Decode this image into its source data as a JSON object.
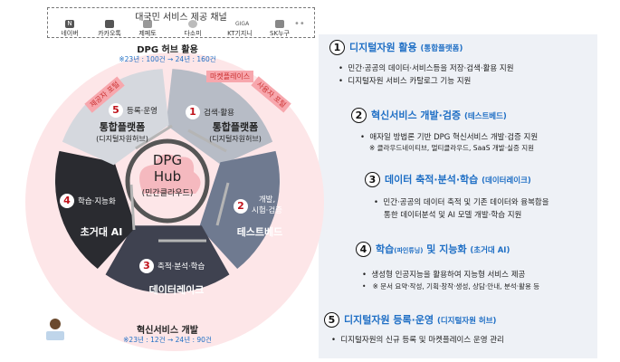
{
  "channels": {
    "title": "대국민 서비스 제공 채널",
    "items": [
      "네이버",
      "카카오톡",
      "제페토",
      "다소미",
      "KT기지니",
      "SK누구"
    ],
    "more": "••"
  },
  "hub_top": {
    "title": "DPG 허브 활용",
    "stat": "※23년 : 100건 → 24년 : 160건"
  },
  "hub_bottom": {
    "title": "혁신서비스 개발",
    "stat": "※23년 : 12건 → 24년 : 90건"
  },
  "center": {
    "line1": "DPG",
    "line2": "Hub",
    "line3": "(민간클라우드)"
  },
  "tags": {
    "left": "제공자 포털",
    "middle": "마켓플레이스",
    "right": "사용자 포털"
  },
  "segments": [
    {
      "num": "1",
      "action": "검색·활용",
      "title": "통합플랫폼",
      "sub": "(디지털자원허브)",
      "color": "#b7bcc6"
    },
    {
      "num": "2",
      "action": "개발,\n시험·검증",
      "title": "테스트베드",
      "color": "#6f7a90"
    },
    {
      "num": "3",
      "action": "축적·분석·학습",
      "title": "데이터레이크",
      "color": "#3f4250"
    },
    {
      "num": "4",
      "action": "학습·지능화",
      "title": "초거대 AI",
      "color": "#2a2b30"
    },
    {
      "num": "5",
      "action": "등록·운영",
      "title": "통합플랫폼",
      "sub": "(디지털자원허브)",
      "color": "#d5d8de"
    }
  ],
  "sections": [
    {
      "num": "1",
      "title": "디지털자원 활용",
      "paren": "(통합플랫폼)",
      "bullets": [
        "민간·공공의 데이터·서비스등을 저장·검색·활용 지원",
        "디지털자원 서비스 카탈로그 기능 지원"
      ]
    },
    {
      "num": "2",
      "title": "혁신서비스 개발·검증",
      "paren": "(테스트베드)",
      "bullets": [
        "애자일 방법론 기반 DPG 혁신서비스 개발·검증 지원"
      ],
      "note": "※ 클라우드네이티브, 멀티클라우드, SaaS 개발·실증 지원"
    },
    {
      "num": "3",
      "title": "데이터 축적·분석·학습",
      "paren": "(데이터레이크)",
      "bullets": [
        "민간·공공의 데이터 축적 및 기존 데이터와 융복합을",
        "통한 데이터분석 및  AI 모델 개발·학습 지원"
      ]
    },
    {
      "num": "4",
      "title": "학습",
      "title_small": "(파인튜닝)",
      "title2": " 및 지능화",
      "paren": "(초거대 AI)",
      "bullets": [
        "생성형 인공지능을 활용하여 지능형 서비스 제공",
        "※ 문서 요약·작성, 기획·창작·생성, 상담·안내, 분석·활용 등"
      ]
    },
    {
      "num": "5",
      "title": "디지털자원 등록·운영",
      "paren": "(디지털자원 허브)",
      "bullets": [
        "디지털자원의 신규 등록 및 마켓플레이스 운영 관리"
      ]
    }
  ]
}
